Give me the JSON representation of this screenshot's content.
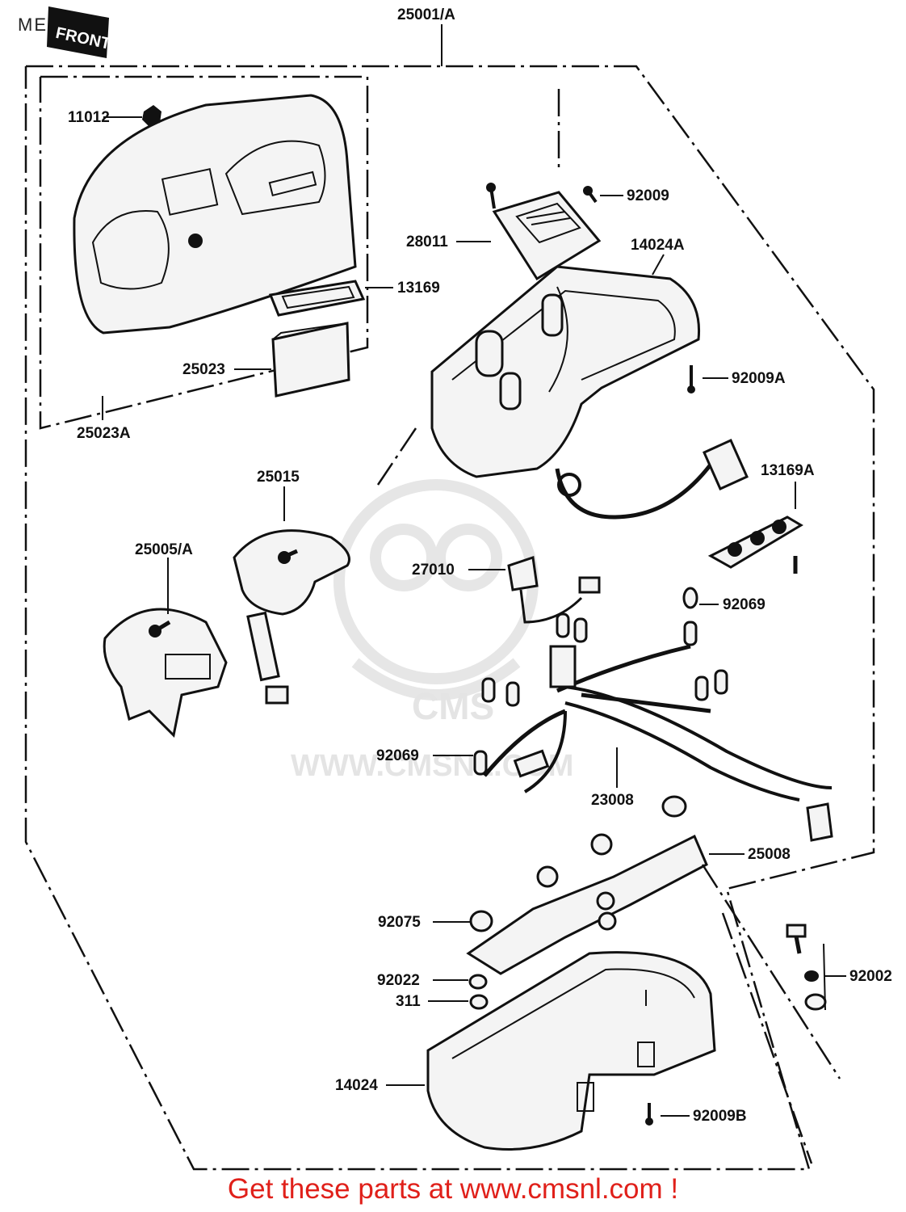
{
  "page_title": "METER",
  "front_label": "FRONT",
  "watermark": {
    "brand": "CMS",
    "url": "WWW.CMSNL.COM"
  },
  "callouts": {
    "assembly": "25001/A",
    "p11012": "11012",
    "p92009": "92009",
    "p28011": "28011",
    "p14024A": "14024A",
    "p13169": "13169",
    "p25023": "25023",
    "p92009A": "92009A",
    "p25023A": "25023A",
    "p25015": "25015",
    "p13169A": "13169A",
    "p25005A": "25005/A",
    "p27010": "27010",
    "p92069a": "92069",
    "p92069b": "92069",
    "p23008": "23008",
    "p25008": "25008",
    "p92075": "92075",
    "p92002": "92002",
    "p92022": "92022",
    "p311": "311",
    "p14024": "14024",
    "p92009B": "92009B"
  },
  "footer_text": "Get these parts at www.cmsnl.com !",
  "colors": {
    "line": "#111111",
    "footer": "#e0201a",
    "watermark": "#e4e4e4"
  }
}
